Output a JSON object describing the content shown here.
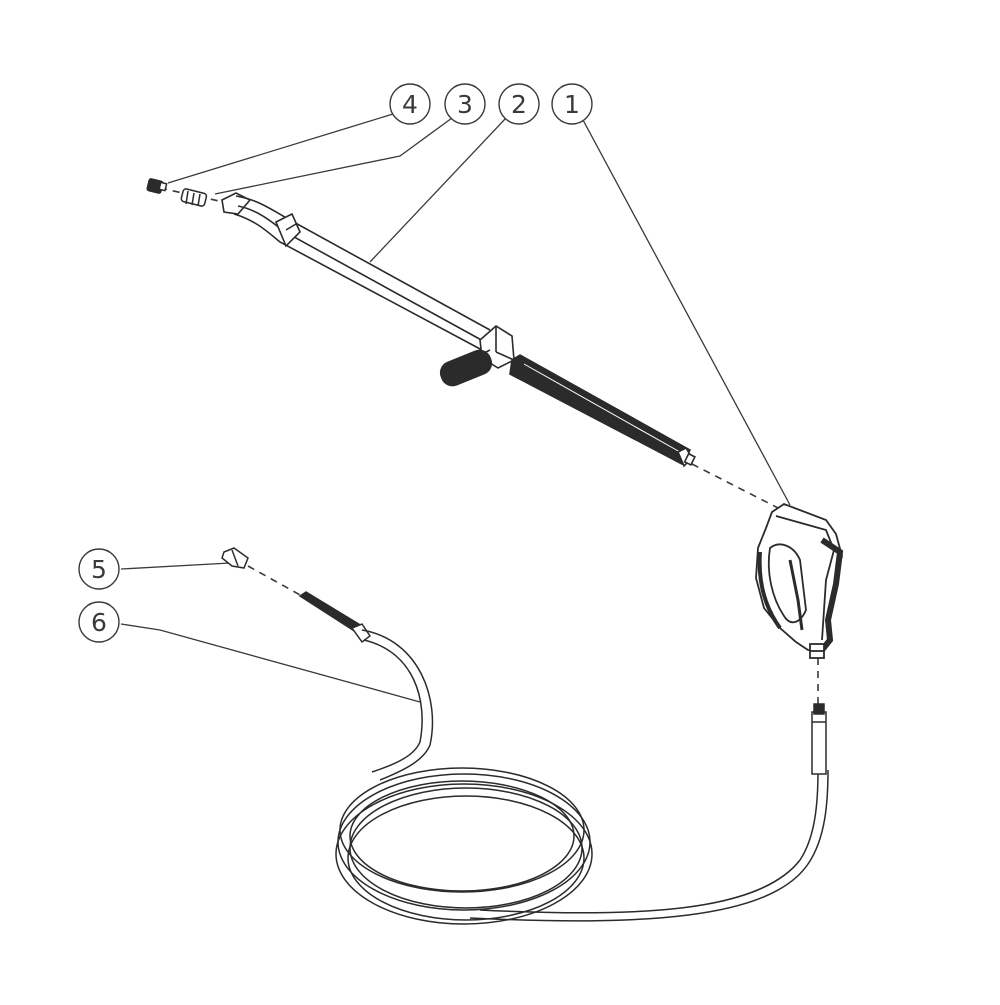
{
  "callouts": [
    {
      "id": "1",
      "label": "1"
    },
    {
      "id": "2",
      "label": "2"
    },
    {
      "id": "3",
      "label": "3"
    },
    {
      "id": "4",
      "label": "4"
    },
    {
      "id": "5",
      "label": "5"
    },
    {
      "id": "6",
      "label": "6"
    }
  ],
  "colors": {
    "line": "#3a3a3a",
    "dark_part": "#2b2b2b",
    "background": "#ffffff"
  }
}
